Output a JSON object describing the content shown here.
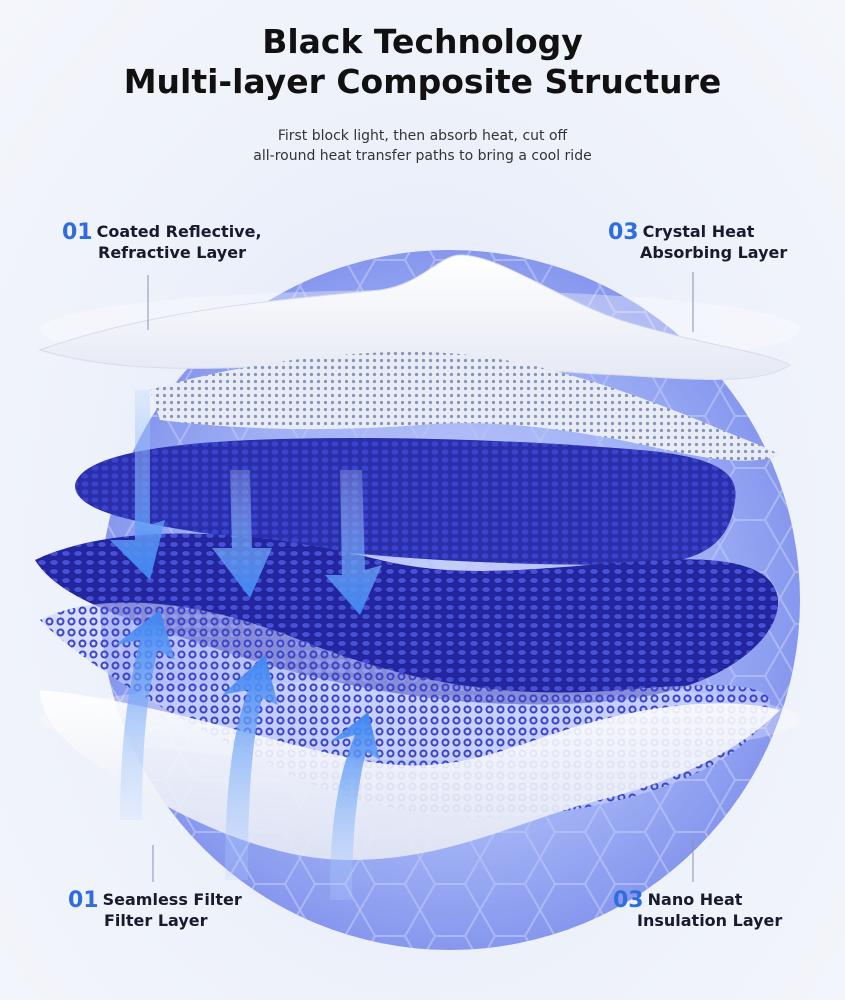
{
  "header": {
    "title_line1": "Black Technology",
    "title_line2": "Multi-layer Composite Structure",
    "subtitle_line1": "First block light, then absorb heat, cut off",
    "subtitle_line2": "all-round heat transfer paths to bring a cool ride"
  },
  "labels": {
    "top_left": {
      "number": "01",
      "line1": "Coated Reflective,",
      "line2": "Refractive Layer"
    },
    "top_right": {
      "number": "03",
      "line1": "Crystal Heat",
      "line2": "Absorbing Layer"
    },
    "bottom_left": {
      "number": "01",
      "line1": "Seamless Filter",
      "line2": "Filter Layer"
    },
    "bottom_right": {
      "number": "03",
      "line1": "Nano Heat",
      "line2": "Insulation Layer"
    }
  },
  "colors": {
    "accent": "#2e6de0",
    "layer_blue": "#2b2fb0",
    "arrow_blue": "#4a8ef0",
    "sphere": "#8fa0f2"
  }
}
